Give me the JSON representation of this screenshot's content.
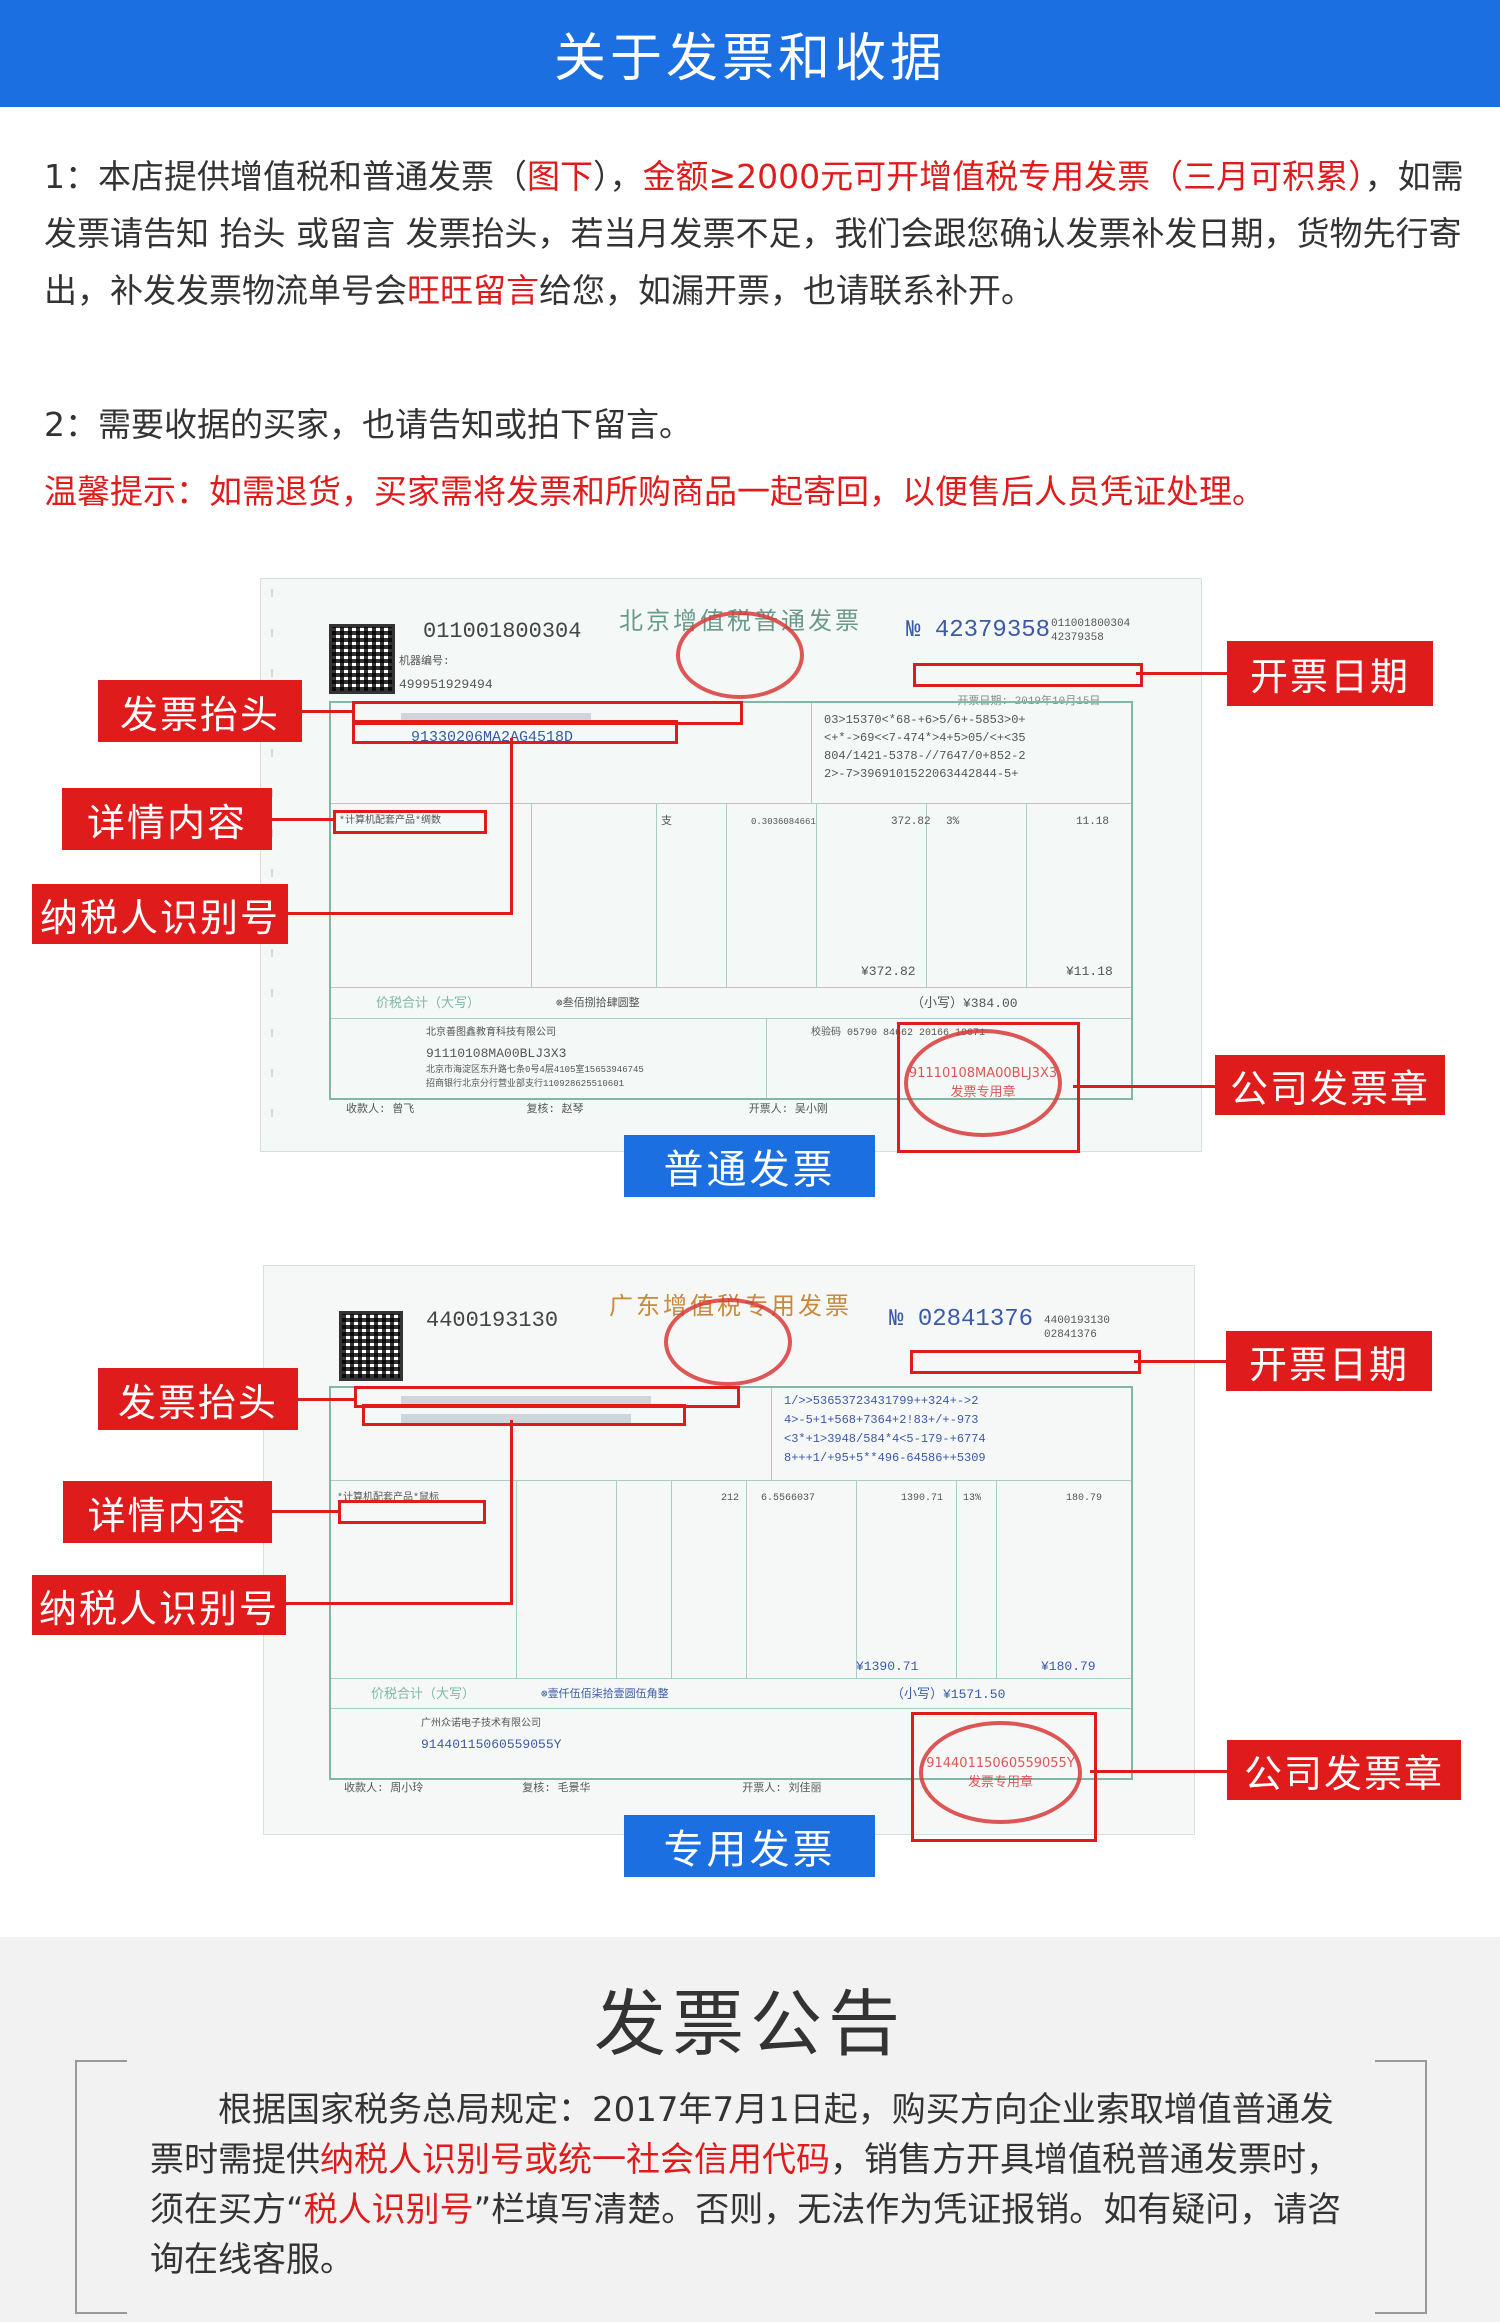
{
  "header": {
    "title": "关于发票和收据"
  },
  "intro": {
    "p1_a": "1：本店提供增值税和普通发票（",
    "p1_b": "图下",
    "p1_c": "），",
    "p1_d": "金额≥2000元可开增值税专用发票（三月可积累）",
    "p1_e": "，如需发票请告知 抬头 或留言 发票抬头，若当月发票不足，我们会跟您确认发票补发日期，货物先行寄出，补发发票物流单号会",
    "p1_f": "旺旺留言",
    "p1_g": "给您，如漏开票，也请联系补开。",
    "p2": "2：需要收据的买家，也请告知或拍下留言。",
    "tip": "温馨提示：如需退货，买家需将发票和所购商品一起寄回，以便售后人员凭证处理。"
  },
  "invoice_normal": {
    "title": "北京增值税普通发票",
    "code": "011001800304",
    "number_prefix": "№",
    "number": "42379358",
    "code_small": "011001800304",
    "number_small": "42379358",
    "machine_no_label": "机器编号:",
    "machine_no": "499951929494",
    "date_label": "开票日期:",
    "date": "2019年10月15日",
    "tax_id": "91330206MA2AG4518D",
    "cipher": "03>15370<*68-+6>5/6+-5853>0+\n<+*->69<<7-474*>4+5>05/<+<35\n804/1421-5378-//7647/0+852-2\n2>-7>3969101522063442844-5+",
    "item": "*计算机配套产品*绸数",
    "unit": "支",
    "price": "0.3036084661",
    "amount": "372.82",
    "rate": "3%",
    "tax": "11.18",
    "total_amount": "¥372.82",
    "total_tax": "¥11.18",
    "total_words_label": "价税合计（大写）",
    "total_words": "⊗叁佰捌拾肆圆整",
    "total_small": "（小写）¥384.00",
    "seller_name": "北京善图鑫教育科技有限公司",
    "seller_tax_id": "91110108MA00BLJ3X3",
    "seller_addr": "北京市海淀区东升路七条0号4层4105室15653946745",
    "seller_bank": "招商银行北京分行营业部支行110928625510601",
    "check_code": "校验码 05790 84662 20166 10071",
    "payee_label": "收款人:",
    "payee": "曾飞",
    "reviewer_label": "复核:",
    "reviewer": "赵琴",
    "drawer_label": "开票人:",
    "drawer": "吴小刚",
    "stamp_text": "发票专用章",
    "stamp_id": "91110108MA00BLJ3X3",
    "caption": "普通发票"
  },
  "invoice_special": {
    "title": "广东增值税专用发票",
    "code": "4400193130",
    "number_prefix": "№",
    "number": "02841376",
    "code_small": "4400193130",
    "number_small": "02841376",
    "stamp_text": "发票专用章",
    "stamp_id": "91440115060559055Y",
    "cipher": "1/>>53653723431799++324+->2\n4>-5+1+568+7364+2!83+/+-973\n<3*+1>3948/584*4<5-179-+6774\n8+++1/+95+5**496-64586++5309",
    "item": "*计算机配套产品*鼠标",
    "qty": "212",
    "price": "6.5566037",
    "amount": "1390.71",
    "rate": "13%",
    "tax": "180.79",
    "total_amount": "¥1390.71",
    "total_tax": "¥180.79",
    "total_words_label": "价税合计（大写）",
    "total_words": "⊗壹仟伍佰柒拾壹圆伍角整",
    "total_small": "（小写）¥1571.50",
    "seller_name": "广州众诺电子技术有限公司",
    "seller_tax_id": "91440115060559055Y",
    "payee_label": "收款人:",
    "payee": "周小玲",
    "reviewer_label": "复核:",
    "reviewer": "毛景华",
    "drawer_label": "开票人:",
    "drawer": "刘佳丽",
    "caption": "专用发票"
  },
  "callouts": {
    "header": "发票抬头",
    "details": "详情内容",
    "taxpayer_id": "纳税人识别号",
    "date": "开票日期",
    "stamp": "公司发票章"
  },
  "notice": {
    "title": "发票公告",
    "text_a": "根据国家税务总局规定：2017年7月1日起，购买方向企业索取增值普通发票时需提供",
    "text_b": "纳税人识别号或统一社会信用代码",
    "text_c": "，销售方开具增值税普通发票时，须在买方“",
    "text_d": "税人识别号",
    "text_e": "”栏填写清楚。否则，无法作为凭证报销。如有疑问，请咨询在线客服。"
  },
  "colors": {
    "brand_blue": "#1b6fe0",
    "accent_red": "#e01b1b"
  }
}
